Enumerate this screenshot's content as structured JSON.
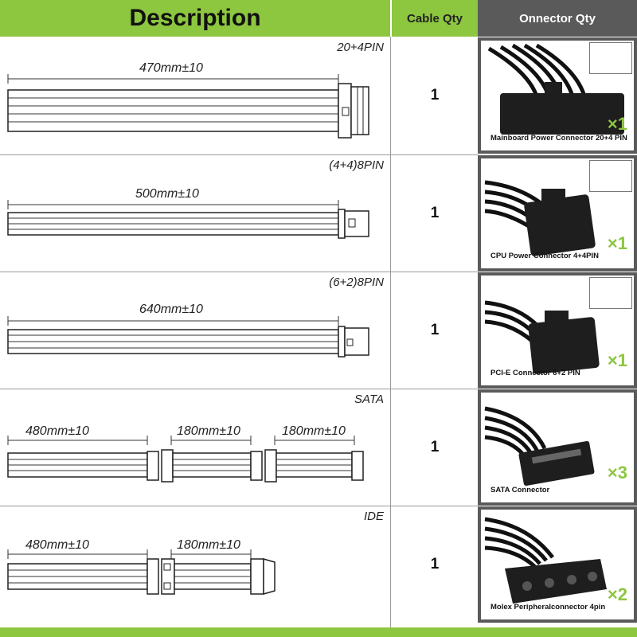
{
  "header": {
    "description": "Description",
    "cable_qty": "Cable Qty",
    "connector_qty": "Onnector Qty"
  },
  "rows": [
    {
      "pin_label": "20+4PIN",
      "lengths": [
        "470mm±10"
      ],
      "cable_qty": "1",
      "connector_name": "Mainboard Power Connector 20+4 PIN",
      "multiplier": "×1"
    },
    {
      "pin_label": "(4+4)8PIN",
      "lengths": [
        "500mm±10"
      ],
      "cable_qty": "1",
      "connector_name": "CPU Power Connector 4+4PIN",
      "multiplier": "×1"
    },
    {
      "pin_label": "(6+2)8PIN",
      "lengths": [
        "640mm±10"
      ],
      "cable_qty": "1",
      "connector_name": "PCI-E Connector 6+2 PIN",
      "multiplier": "×1"
    },
    {
      "pin_label": "SATA",
      "lengths": [
        "480mm±10",
        "180mm±10",
        "180mm±10"
      ],
      "cable_qty": "1",
      "connector_name": "SATA Connector",
      "multiplier": "×3"
    },
    {
      "pin_label": "IDE",
      "lengths": [
        "480mm±10",
        "180mm±10"
      ],
      "cable_qty": "1",
      "connector_name": "Molex Peripheralconnector 4pin",
      "multiplier": "×2"
    }
  ],
  "colors": {
    "accent": "#8dc63f",
    "panel": "#5a5a5a"
  }
}
